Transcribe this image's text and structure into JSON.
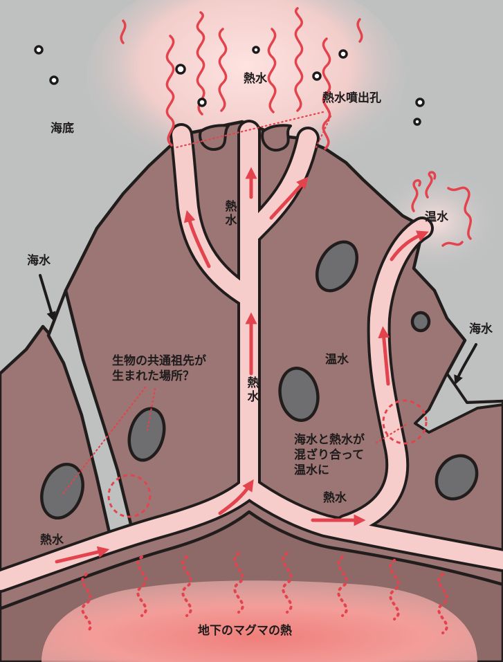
{
  "labels": {
    "seafloor": "海底",
    "hot_water_plume": "熱水",
    "vent": "熱水噴出孔",
    "warm_water_plume": "温水",
    "seawater_left": "海水",
    "seawater_right": "海水",
    "hot_water_branch_upper": "熱水",
    "hot_water_main": "熱水",
    "warm_water_body": "温水",
    "origin_question": "生物の共通祖先が\n生まれた場所？",
    "mixing_note": "海水と熱水が\n混ざり合って\n温水に",
    "hot_water_bottom_right": "熱水",
    "hot_water_bottom_left": "熱水",
    "magma_heat": "地下のマグマの熱"
  },
  "colors": {
    "seawater": "#bfc1c1",
    "rock": "#9c7674",
    "rock_outline": "#221d1d",
    "hot_water_channel": "#f6cdca",
    "flow_arrow": "#e3434d",
    "plume_glow": "#fbd6d4",
    "magma": "#ec8a86",
    "stone": "#6e6e70"
  }
}
